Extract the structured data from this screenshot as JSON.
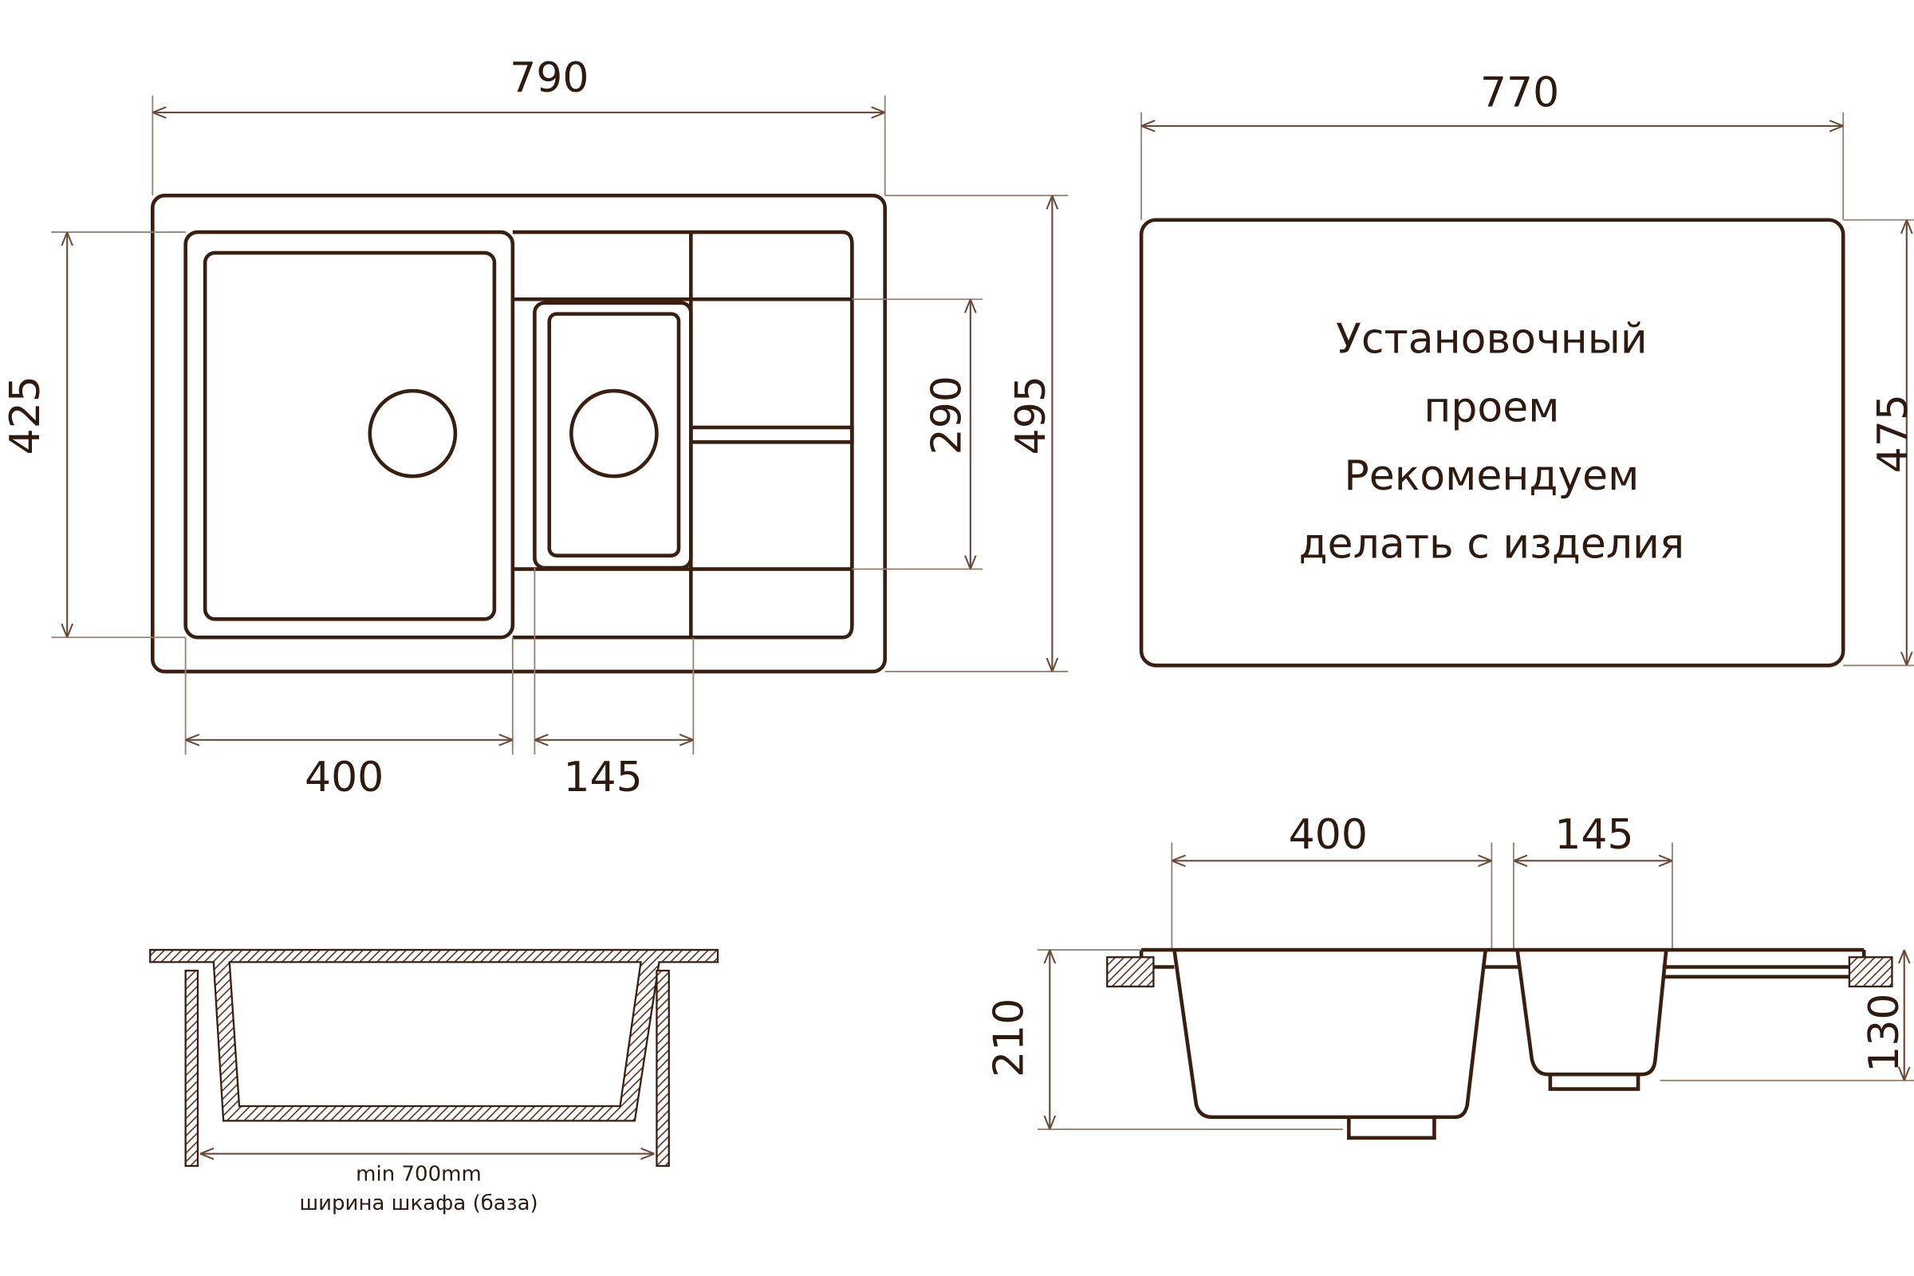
{
  "top_view": {
    "overall_width": "790",
    "overall_depth": "495",
    "main_bowl_depth": "425",
    "small_bowl_depth": "290",
    "main_bowl_width": "400",
    "small_bowl_width": "145"
  },
  "cutout_view": {
    "width": "770",
    "depth": "475",
    "note_lines": [
      "Установочный",
      "проем",
      "Рекомендуем",
      "делать с изделия"
    ]
  },
  "cabinet_section": {
    "min_width": "min 700mm",
    "caption": "ширина шкафа (база)"
  },
  "side_section": {
    "main_bowl_width": "400",
    "small_bowl_width": "145",
    "main_bowl_height": "210",
    "small_bowl_height": "130"
  },
  "colors": {
    "line": "#3a1f10",
    "text": "#2e1a0f"
  }
}
